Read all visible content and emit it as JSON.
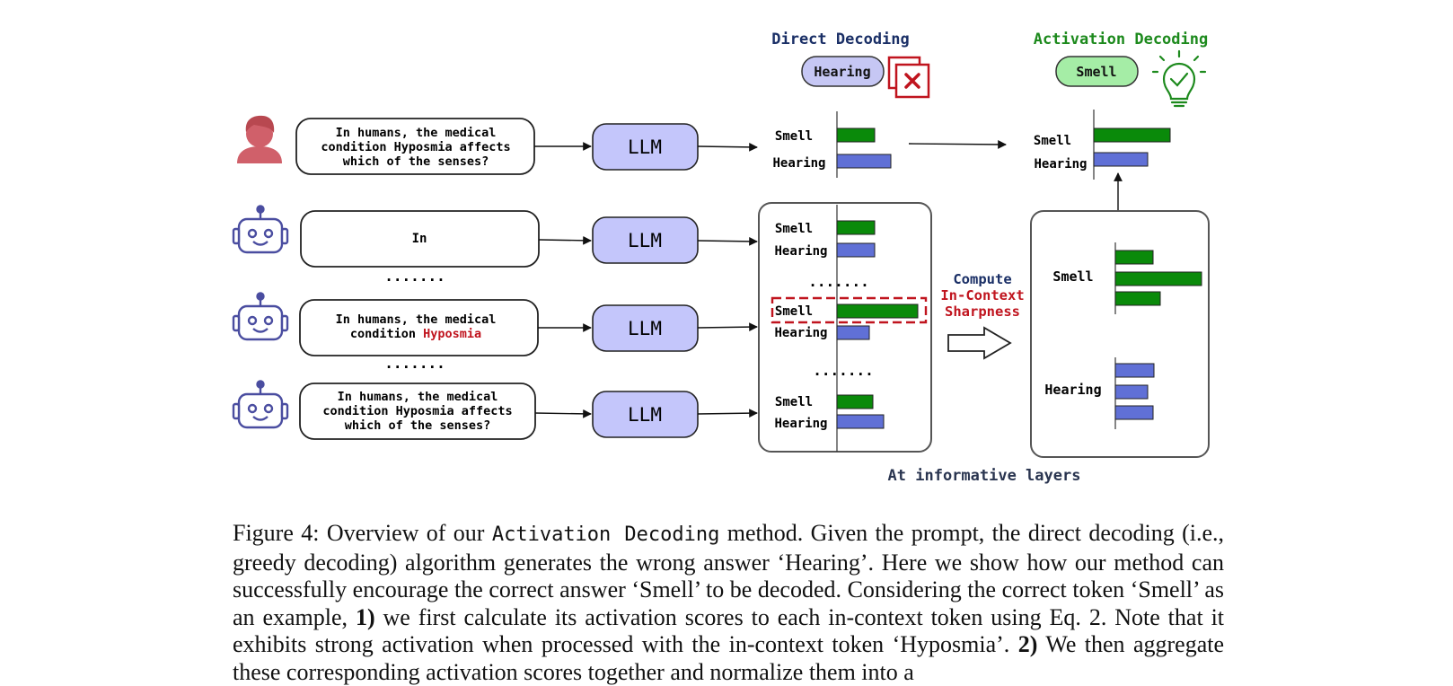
{
  "figure": {
    "direct_decoding_title": "Direct Decoding",
    "activation_decoding_title": "Activation Decoding",
    "direct_answer": "Hearing",
    "activation_answer": "Smell",
    "llm_label": "LLM",
    "ellipsis": ".......",
    "user_prompt": [
      "In humans, the medical",
      "condition Hyposmia affects",
      "which of the senses?"
    ],
    "robot_prompts": [
      {
        "lines": [
          "In"
        ]
      },
      {
        "line1": "In humans, the medical",
        "line2_prefix": "condition ",
        "line2_highlight": "Hyposmia"
      },
      {
        "lines": [
          "In humans, the medical",
          "condition Hyposmia affects",
          "which of the senses?"
        ]
      }
    ],
    "token_smell": "Smell",
    "token_hearing": "Hearing",
    "compute_label": [
      "Compute",
      "In-Context",
      "Sharpness"
    ],
    "informative_layers": "At informative layers",
    "colors": {
      "smell_bar": "#0a8a0a",
      "hearing_bar": "#6070d6",
      "llm_box": "#c4c6fb",
      "red": "#c0141e",
      "navy": "#1a2f66",
      "green_title": "#1d8a1d",
      "user_icon": "#d0606a",
      "robot_icon": "#4a4da0"
    }
  },
  "caption": {
    "l1_a": "Figure 4:  Overview of our ",
    "l1_code": "Activation Decoding",
    "l1_b": " method. Given the prompt, the direct decoding",
    "l2": "(i.e., greedy decoding) algorithm generates the wrong answer ‘Hearing’.  Here we show how our",
    "l3": "method can successfully encourage the correct answer ‘Smell’ to be decoded. Considering the correct",
    "l4_a": "token ‘Smell’ as an example, ",
    "l4_b": "1)",
    "l4_c": " we first calculate its activation scores to each in-context token using",
    "l5": "Eq. 2. Note that it exhibits strong activation when processed with the in-context token ‘Hyposmia’.",
    "l6_a": "2)",
    "l6_b": " We then aggregate these corresponding activation scores together and normalize them into a"
  }
}
